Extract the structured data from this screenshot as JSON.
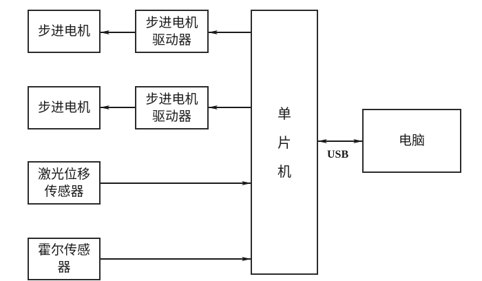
{
  "diagram": {
    "motor_1": {
      "lines": [
        "步进电机"
      ]
    },
    "driver_1": {
      "lines": [
        "步进电机",
        "驱动器"
      ]
    },
    "motor_2": {
      "lines": [
        "步进电机"
      ]
    },
    "driver_2": {
      "lines": [
        "步进电机",
        "驱动器"
      ]
    },
    "laser_sensor": {
      "lines": [
        "激光位移",
        "传感器"
      ]
    },
    "hall_sensor": {
      "lines": [
        "霍尔传感",
        "器"
      ]
    },
    "mcu": {
      "chars": [
        "单",
        "片",
        "机"
      ]
    },
    "pc": {
      "label": "电脑"
    },
    "usb_label": "USB",
    "connections": [
      {
        "from": "mcu",
        "to": "driver_1",
        "direction": "one-way"
      },
      {
        "from": "driver_1",
        "to": "motor_1",
        "direction": "one-way"
      },
      {
        "from": "mcu",
        "to": "driver_2",
        "direction": "one-way"
      },
      {
        "from": "driver_2",
        "to": "motor_2",
        "direction": "one-way"
      },
      {
        "from": "laser_sensor",
        "to": "mcu",
        "direction": "one-way"
      },
      {
        "from": "hall_sensor",
        "to": "mcu",
        "direction": "one-way"
      },
      {
        "from": "mcu",
        "to": "pc",
        "direction": "two-way",
        "label": "USB"
      }
    ]
  }
}
